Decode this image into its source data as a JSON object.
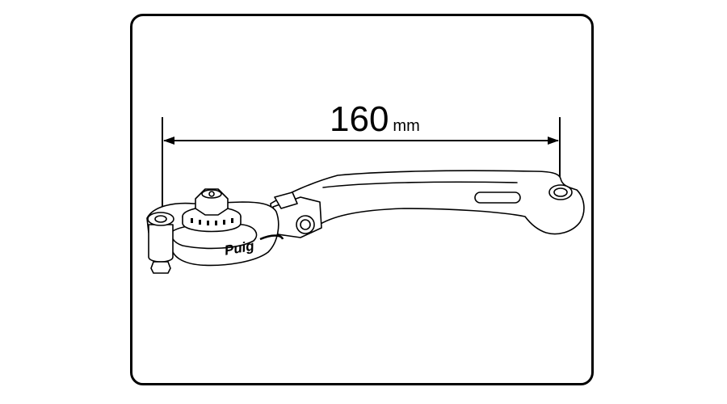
{
  "dimension": {
    "value": "160",
    "unit": "mm"
  },
  "brand_logo_text": "Puig",
  "colors": {
    "line": "#000000",
    "background": "#ffffff"
  }
}
